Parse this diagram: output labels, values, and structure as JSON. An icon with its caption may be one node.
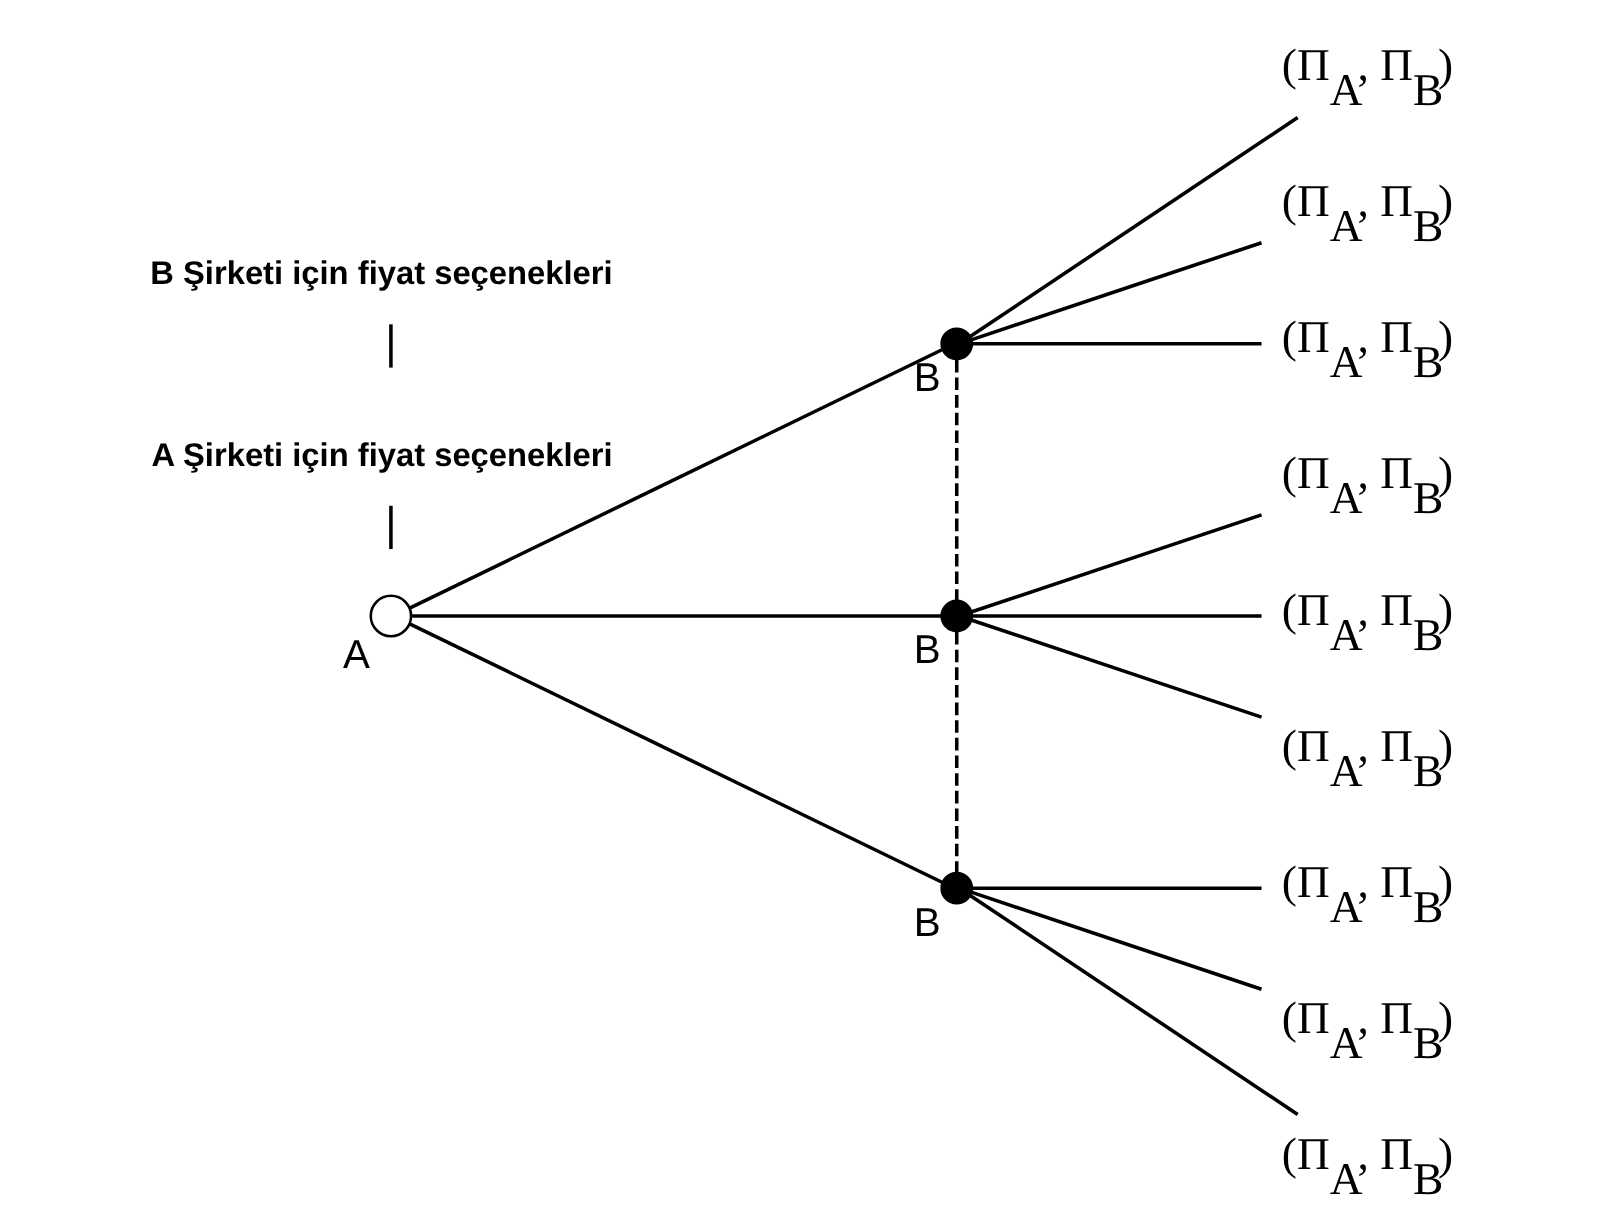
{
  "diagram": {
    "nodes": [
      {
        "text": [],
        "shape": "circle",
        "beside": [
          "A"
        ]
      },
      {
        "text": [],
        "shape": "dot",
        "beside": [
          "B"
        ]
      },
      {
        "text": [],
        "shape": "dot",
        "beside": [
          "B"
        ]
      },
      {
        "text": [],
        "shape": "dot",
        "beside": [
          "B"
        ]
      },
      {
        "text": [
          "(Π$_{A}$, Π$_{B}$)"
        ]
      },
      {
        "text": [
          "(Π$_{A}$, Π$_{B}$)"
        ]
      },
      {
        "text": [
          "(Π$_{A}$, Π$_{B}$)"
        ]
      },
      {
        "text": [
          "(Π$_{A}$, Π$_{B}$)"
        ]
      },
      {
        "text": [
          "(Π$_{A}$, Π$_{B}$)"
        ]
      },
      {
        "text": [
          "(Π$_{A}$, Π$_{B}$)"
        ]
      },
      {
        "text": [
          "(Π$_{A}$, Π$_{B}$)"
        ]
      },
      {
        "text": [
          "(Π$_{A}$, Π$_{B}$)"
        ]
      },
      {
        "text": [
          "(Π$_{A}$, Π$_{B}$)"
        ]
      },
      {
        "text": [
          "A Şirketi için fiyat seçenekleri"
        ]
      },
      {
        "text": [
          "B Şirketi için fiyat seçenekleri"
        ]
      }
    ],
    "edges": [
      {
        "from": 0,
        "to": 1,
        "arrow": "none"
      },
      {
        "from": 0,
        "to": 2,
        "arrow": "none"
      },
      {
        "from": 0,
        "to": 3,
        "arrow": "none"
      },
      {
        "from": 1,
        "to": 4,
        "arrow": "none"
      },
      {
        "from": 1,
        "to": 5,
        "arrow": "none"
      },
      {
        "from": 1,
        "to": 6,
        "arrow": "none"
      },
      {
        "from": 2,
        "to": 7,
        "arrow": "none"
      },
      {
        "from": 2,
        "to": 8,
        "arrow": "none"
      },
      {
        "from": 2,
        "to": 9,
        "arrow": "none"
      },
      {
        "from": 3,
        "to": 10,
        "arrow": "none"
      },
      {
        "from": 3,
        "to": 11,
        "arrow": "none"
      },
      {
        "from": 3,
        "to": 12,
        "arrow": "none"
      },
      {
        "from": 1,
        "to": 2,
        "arrow": "none",
        "style": "dashed"
      },
      {
        "from": 2,
        "to": 3,
        "arrow": "none",
        "style": "dashed"
      },
      {
        "from": 13,
        "to": null,
        "arrow": "none"
      },
      {
        "from": 14,
        "to": null,
        "arrow": "none"
      }
    ]
  }
}
